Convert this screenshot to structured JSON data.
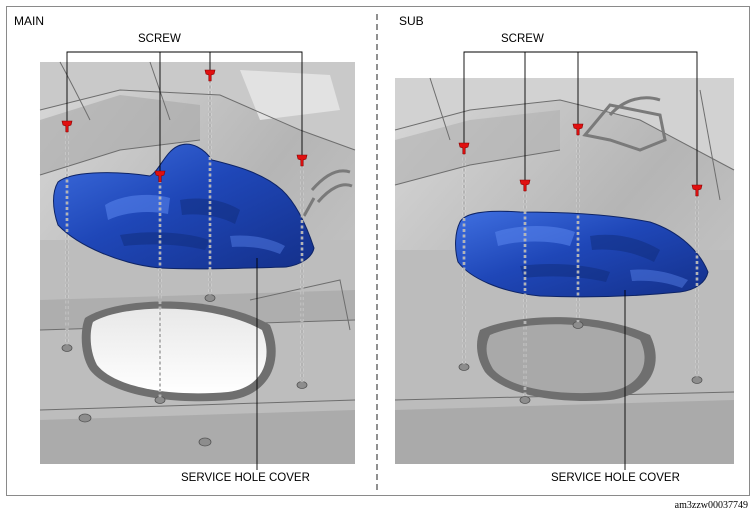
{
  "panels": {
    "main": {
      "title": "MAIN",
      "screw_label": "SCREW",
      "cover_label": "SERVICE HOLE COVER"
    },
    "sub": {
      "title": "SUB",
      "screw_label": "SCREW",
      "cover_label": "SERVICE HOLE COVER"
    }
  },
  "document_id": "am3zzw00037749",
  "colors": {
    "cover": "#1f47b8",
    "screw": "#e01010",
    "frame": "#8a8a8a"
  },
  "icons": [
    "screw-icon"
  ]
}
